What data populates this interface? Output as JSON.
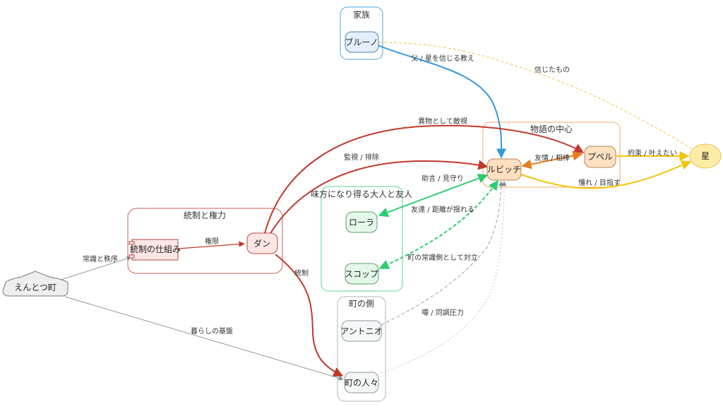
{
  "clusters": {
    "family": {
      "title": "家族",
      "stroke": "#4aa3df",
      "fill": "#ffffff"
    },
    "center": {
      "title": "物語の中心",
      "stroke": "#f0a868",
      "fill": "#ffffff"
    },
    "allies": {
      "title": "味方になり得る大人と友人",
      "stroke": "#58d68d",
      "fill": "#ffffff"
    },
    "control": {
      "title": "統制と権力",
      "stroke": "#cd6155",
      "fill": "#ffffff"
    },
    "town": {
      "title": "町の側",
      "stroke": "#aab7b8",
      "fill": "#ffffff"
    }
  },
  "nodes": {
    "bruno": {
      "label": "ブルーノ",
      "fill": "#e3f0fb",
      "stroke": "#4a7fb0"
    },
    "lubicchi": {
      "label": "ルビッチ",
      "fill": "#fde0c0",
      "stroke": "#b0885a"
    },
    "poupelle": {
      "label": "プペル",
      "fill": "#fde0c0",
      "stroke": "#b0885a"
    },
    "star": {
      "label": "星",
      "fill": "#fdeca6",
      "stroke": "#e6c34a"
    },
    "lola": {
      "label": "ローラ",
      "fill": "#e4f8ea",
      "stroke": "#58a06c"
    },
    "scop": {
      "label": "スコップ",
      "fill": "#e4f8ea",
      "stroke": "#58a06c"
    },
    "system": {
      "label": "統制の仕組み",
      "fill": "#fde6e6",
      "stroke": "#b34a3f"
    },
    "dan": {
      "label": "ダン",
      "fill": "#fde6e6",
      "stroke": "#b34a3f"
    },
    "antonio": {
      "label": "アントニオ",
      "fill": "#f4f6f7",
      "stroke": "#8c9a9b"
    },
    "townspeople": {
      "label": "町の人々",
      "fill": "#f4f6f7",
      "stroke": "#8c9a9b"
    },
    "chimney_town": {
      "label": "えんとつ町",
      "fill": "#eeeeee",
      "stroke": "#777777"
    }
  },
  "edges": {
    "bruno_lubicchi": {
      "label": "父 / 星を信じる教え",
      "color": "#3498db"
    },
    "bruno_star": {
      "label": "信じたもの",
      "color": "#f4c542"
    },
    "dan_poupelle": {
      "label": "異物として敵視",
      "color": "#c0392b"
    },
    "dan_lubicchi": {
      "label": "監視 / 排除",
      "color": "#c0392b"
    },
    "lubicchi_poupelle": {
      "label": "友情 / 相棒",
      "color": "#e67e22"
    },
    "poupelle_star": {
      "label": "約束 / 叶えたい",
      "color": "#f1c40f"
    },
    "lubicchi_star": {
      "label": "憧れ / 目指す",
      "color": "#f1c40f"
    },
    "lola_lubicchi": {
      "label": "助言 / 見守り",
      "color": "#2ecc71"
    },
    "scop_lubicchi": {
      "label": "友達 / 距離が揺れる",
      "color": "#2ecc71"
    },
    "antonio_lubicchi": {
      "label": "町の常識側として対立",
      "color": "#95a5a6"
    },
    "townspeople_lubicchi": {
      "label": "噂 / 同調圧力",
      "color": "#bdc3c7"
    },
    "system_dan": {
      "label": "権限",
      "color": "#c0392b"
    },
    "town_system": {
      "label": "常識と秩序",
      "color": "#8c9a9b"
    },
    "town_townspeople": {
      "label": "暮らしの基盤",
      "color": "#8c9a9b"
    },
    "dan_townspeople": {
      "label": "統制",
      "color": "#c0392b"
    }
  }
}
